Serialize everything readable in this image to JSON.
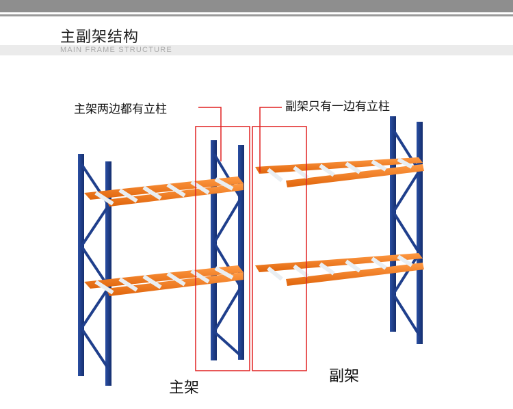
{
  "header": {
    "title": "主副架结构",
    "subtitle": "MAIN FRAME STRUCTURE"
  },
  "diagram": {
    "annotations": {
      "main_frame_note": "主架两边都有立柱",
      "sub_frame_note": "副架只有一边有立柱"
    },
    "labels": {
      "main_frame": "主架",
      "sub_frame": "副架"
    },
    "colors": {
      "upright": "#1f3f8c",
      "beam": "#f27a1a",
      "deck_bar": "#e9eef2",
      "highlight_box": "#e02020"
    }
  }
}
